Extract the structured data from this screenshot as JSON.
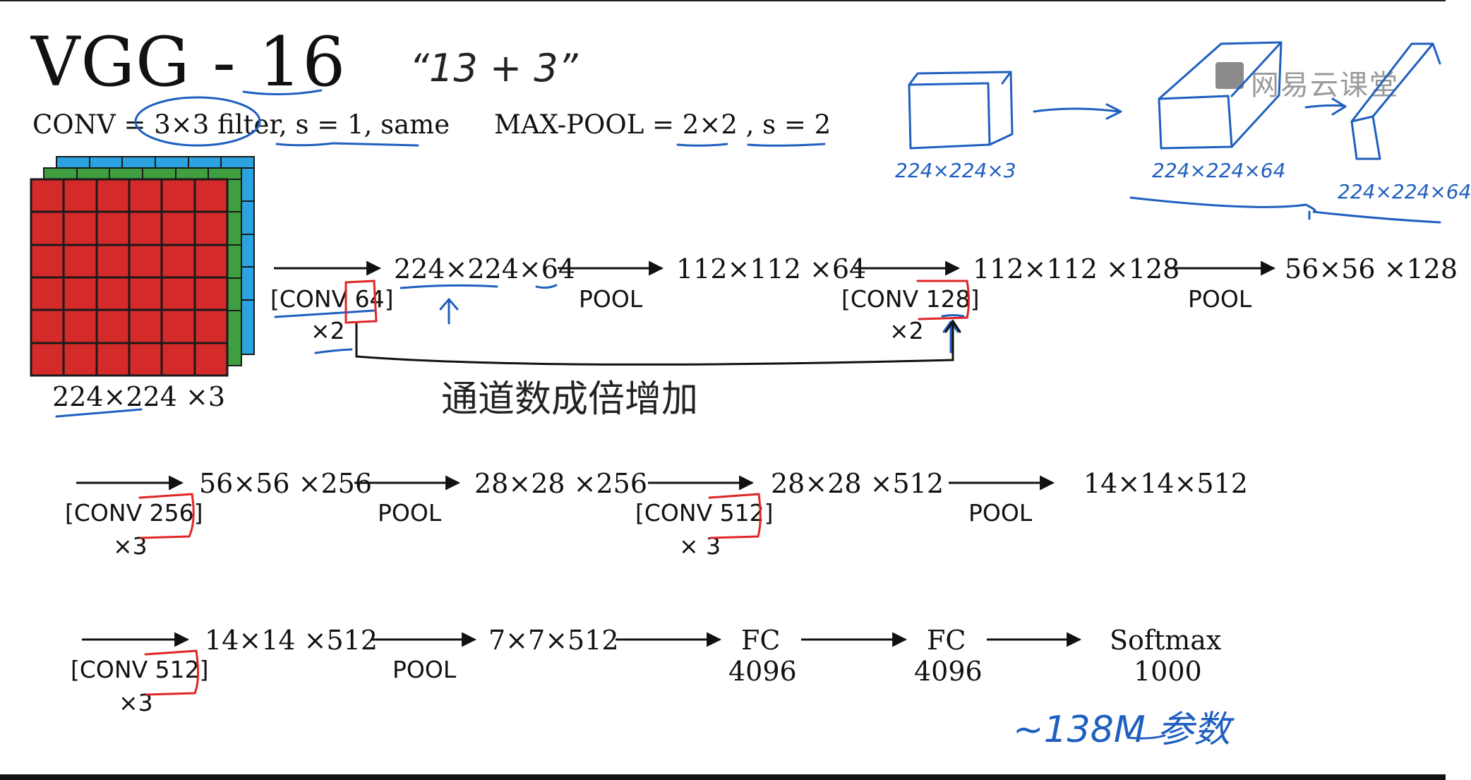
{
  "title": "VGG - 16",
  "header": {
    "conv_spec": "CONV = 3×3 filter, s = 1, same",
    "pool_spec": "MAX-POOL = 2×2 , s = 2"
  },
  "annotations": {
    "quote": "“13 + 3”",
    "channel_note": "通道数成倍增加",
    "params_note": "~138M 参数",
    "sketch_1": "224×224×3",
    "sketch_2": "224×224×64",
    "sketch_3": "224×224×64"
  },
  "watermark": "网易云课堂",
  "row1": {
    "input": "224×224 ×3",
    "op1": "[CONV 64]",
    "op1_rep": "×2",
    "s1": "224×224×64",
    "op2": "POOL",
    "s2": "112×112 ×64",
    "op3": "[CONV 128]",
    "op3_rep": "×2",
    "s3": "112×112 ×128",
    "op4": "POOL",
    "s4": "56×56 ×128"
  },
  "row2": {
    "op1": "[CONV 256]",
    "op1_rep": "×3",
    "s1": "56×56 ×256",
    "op2": "POOL",
    "s2": "28×28 ×256",
    "op3": "[CONV 512]",
    "op3_rep": "× 3",
    "s3": "28×28 ×512",
    "op4": "POOL",
    "s4": "14×14×512"
  },
  "row3": {
    "op1": "[CONV 512]",
    "op1_rep": "×3",
    "s1": "14×14 ×512",
    "op2": "POOL",
    "s2": "7×7×512",
    "fc1": "FC",
    "fc1_size": "4096",
    "fc2": "FC",
    "fc2_size": "4096",
    "softmax": "Softmax",
    "softmax_size": "1000"
  },
  "colors": {
    "red": "#d42a2a",
    "green": "#3f9e3f",
    "blue": "#2aa3e0",
    "ink_blue": "#1f5fbf",
    "ink_red": "#e02525"
  }
}
